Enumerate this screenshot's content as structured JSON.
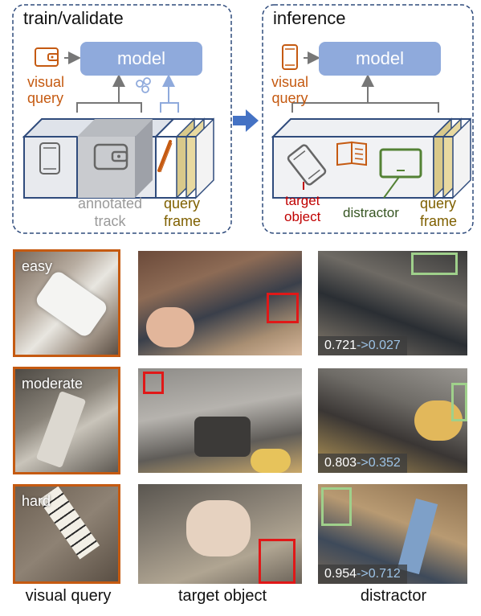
{
  "diagram": {
    "train_panel": {
      "title": "train/validate",
      "model_label": "model",
      "visual_query_label": "visual\nquery",
      "annotated_track_label": "annotated\ntrack",
      "query_frame_label": "query\nframe"
    },
    "inference_panel": {
      "title": "inference",
      "model_label": "model",
      "visual_query_label": "visual\nquery",
      "target_object_label": "target\nobject",
      "distractor_label": "distractor",
      "query_frame_label": "query\nframe"
    },
    "colors": {
      "panel_border": "#2f4b7c",
      "model_fill": "#8faadc",
      "query_orange": "#c55a11",
      "target_red": "#c00000",
      "distractor_green": "#548235",
      "frame_gold": "#d9c98a",
      "arrow_blue": "#4472c4"
    }
  },
  "examples": {
    "rows": [
      {
        "difficulty": "easy",
        "score_before": "0.721",
        "score_after": "->0.027"
      },
      {
        "difficulty": "moderate",
        "score_before": "0.803",
        "score_after": "->0.352"
      },
      {
        "difficulty": "hard",
        "score_before": "0.954",
        "score_after": "->0.712"
      }
    ],
    "column_captions": {
      "query": "visual query",
      "target": "target object",
      "distractor": "distractor"
    }
  }
}
